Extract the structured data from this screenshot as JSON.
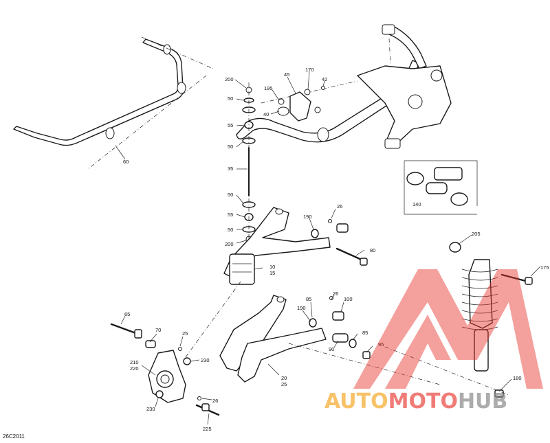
{
  "figure_code": "26C2011",
  "callouts": [
    {
      "id": "200a",
      "text": "200"
    },
    {
      "id": "195",
      "text": "195"
    },
    {
      "id": "45",
      "text": "45"
    },
    {
      "id": "170",
      "text": "170"
    },
    {
      "id": "42",
      "text": "42"
    },
    {
      "id": "50a",
      "text": "50"
    },
    {
      "id": "40",
      "text": "40"
    },
    {
      "id": "55a",
      "text": "55"
    },
    {
      "id": "50b",
      "text": "50"
    },
    {
      "id": "35",
      "text": "35"
    },
    {
      "id": "60",
      "text": "60"
    },
    {
      "id": "50c",
      "text": "50"
    },
    {
      "id": "55b",
      "text": "55"
    },
    {
      "id": "50d",
      "text": "50"
    },
    {
      "id": "200b",
      "text": "200"
    },
    {
      "id": "190a",
      "text": "190"
    },
    {
      "id": "26a",
      "text": "26"
    },
    {
      "id": "80",
      "text": "80"
    },
    {
      "id": "140",
      "text": "140"
    },
    {
      "id": "205",
      "text": "205"
    },
    {
      "id": "175",
      "text": "175"
    },
    {
      "id": "10",
      "text": "10"
    },
    {
      "id": "15",
      "text": "15"
    },
    {
      "id": "85a",
      "text": "85"
    },
    {
      "id": "26b",
      "text": "26"
    },
    {
      "id": "100",
      "text": "100"
    },
    {
      "id": "190b",
      "text": "190"
    },
    {
      "id": "65",
      "text": "65"
    },
    {
      "id": "70",
      "text": "70"
    },
    {
      "id": "85b",
      "text": "85"
    },
    {
      "id": "95",
      "text": "95"
    },
    {
      "id": "90",
      "text": "90"
    },
    {
      "id": "25a",
      "text": "25"
    },
    {
      "id": "230a",
      "text": "230"
    },
    {
      "id": "210",
      "text": "210"
    },
    {
      "id": "220",
      "text": "220"
    },
    {
      "id": "20",
      "text": "20"
    },
    {
      "id": "25b",
      "text": "25"
    },
    {
      "id": "180",
      "text": "180"
    },
    {
      "id": "26c",
      "text": "26"
    },
    {
      "id": "230b",
      "text": "230"
    },
    {
      "id": "225",
      "text": "225"
    }
  ],
  "watermark": {
    "word_part1": "AUTO",
    "word_part2": "MOTO",
    "word_part3": "HUB",
    "color_red": "#e8332a",
    "color_orange": "#f5a623",
    "color_gray": "#8c8c8c"
  }
}
